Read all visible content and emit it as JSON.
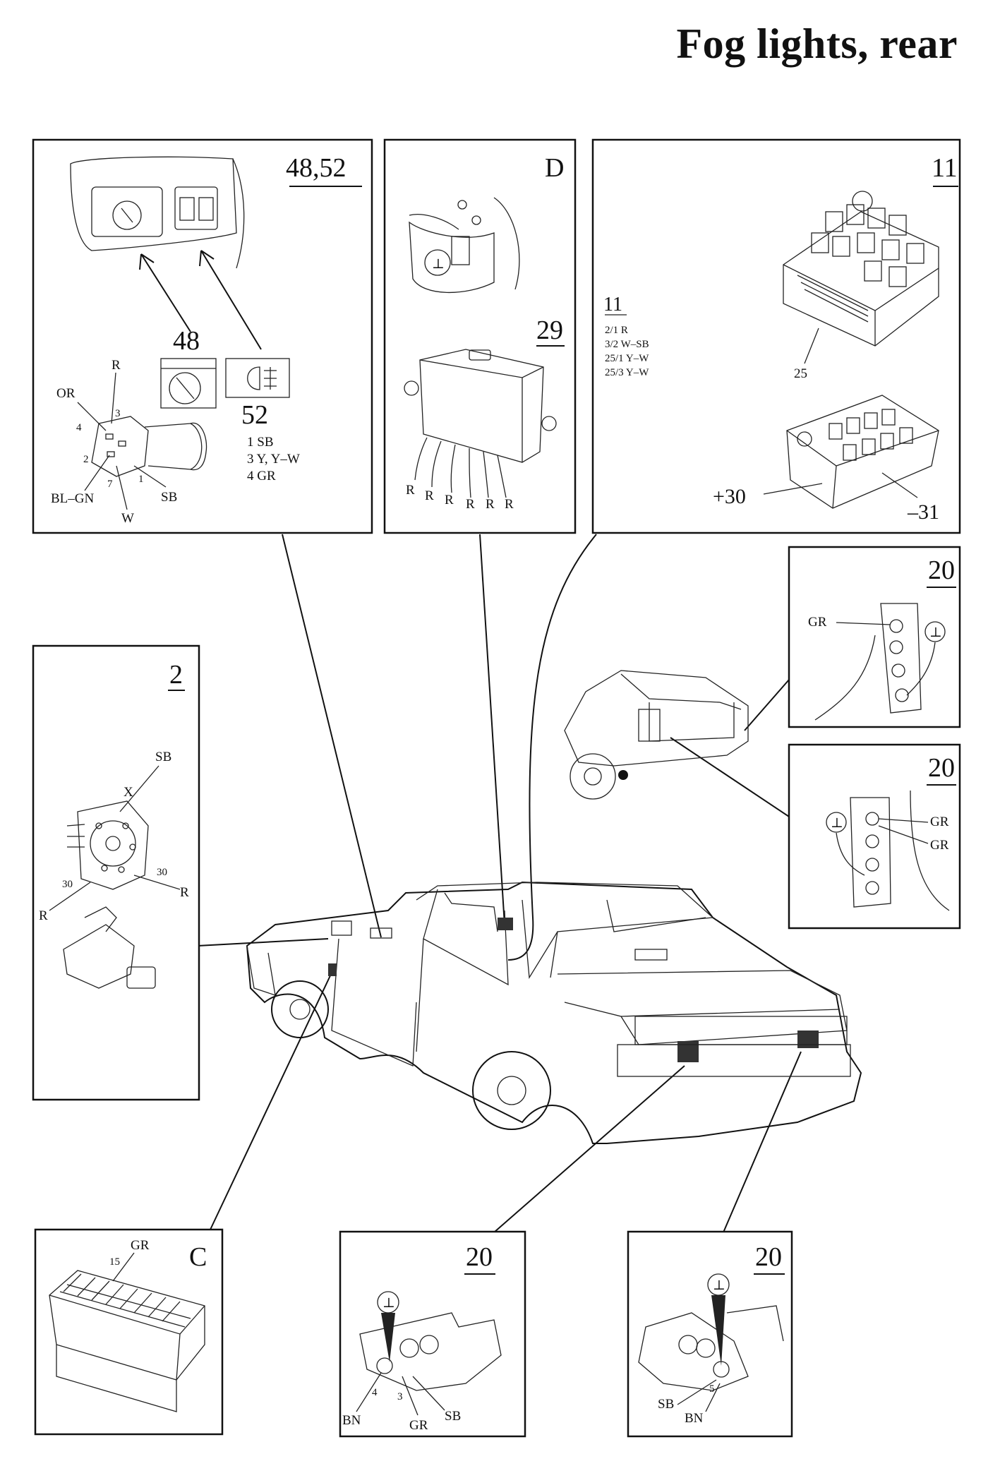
{
  "title": "Fog lights, rear",
  "panel_48_52": {
    "number": "48,52",
    "switch_48": "48",
    "switch_52": "52",
    "wire_r": "R",
    "wire_or": "OR",
    "wire_blgn": "BL–GN",
    "wire_w": "W",
    "wire_sb": "SB",
    "pin_3": "3",
    "pin_4": "4",
    "pin_2": "2",
    "pin_7": "7",
    "pin_1": "1",
    "conn_52": [
      "1 SB",
      "3 Y, Y–W",
      "4 GR"
    ]
  },
  "panel_d": {
    "letter": "D",
    "number": "29",
    "wires": [
      "R",
      "R",
      "R",
      "R",
      "R",
      "R"
    ]
  },
  "panel_11": {
    "number": "11",
    "list_title": "11",
    "list": [
      "2/1  R",
      "3/2  W–SB",
      "25/1 Y–W",
      "25/3 Y–W"
    ],
    "label_25": "25",
    "label_plus30": "+30",
    "label_minus31": "–31"
  },
  "panel_20a": {
    "number": "20",
    "wire": "GR"
  },
  "panel_20b": {
    "number": "20",
    "wire1": "GR",
    "wire2": "GR"
  },
  "panel_2": {
    "number": "2",
    "sb": "SB",
    "x": "X",
    "n30a": "30",
    "n30b": "30",
    "r1": "R",
    "r2": "R"
  },
  "panel_c": {
    "letter": "C",
    "wire": "GR",
    "pin": "15"
  },
  "panel_20c": {
    "number": "20",
    "bn": "BN",
    "gr": "GR",
    "sb": "SB",
    "p4": "4",
    "p3": "3"
  },
  "panel_20d": {
    "number": "20",
    "sb": "SB",
    "bn": "BN",
    "p5": "5"
  }
}
